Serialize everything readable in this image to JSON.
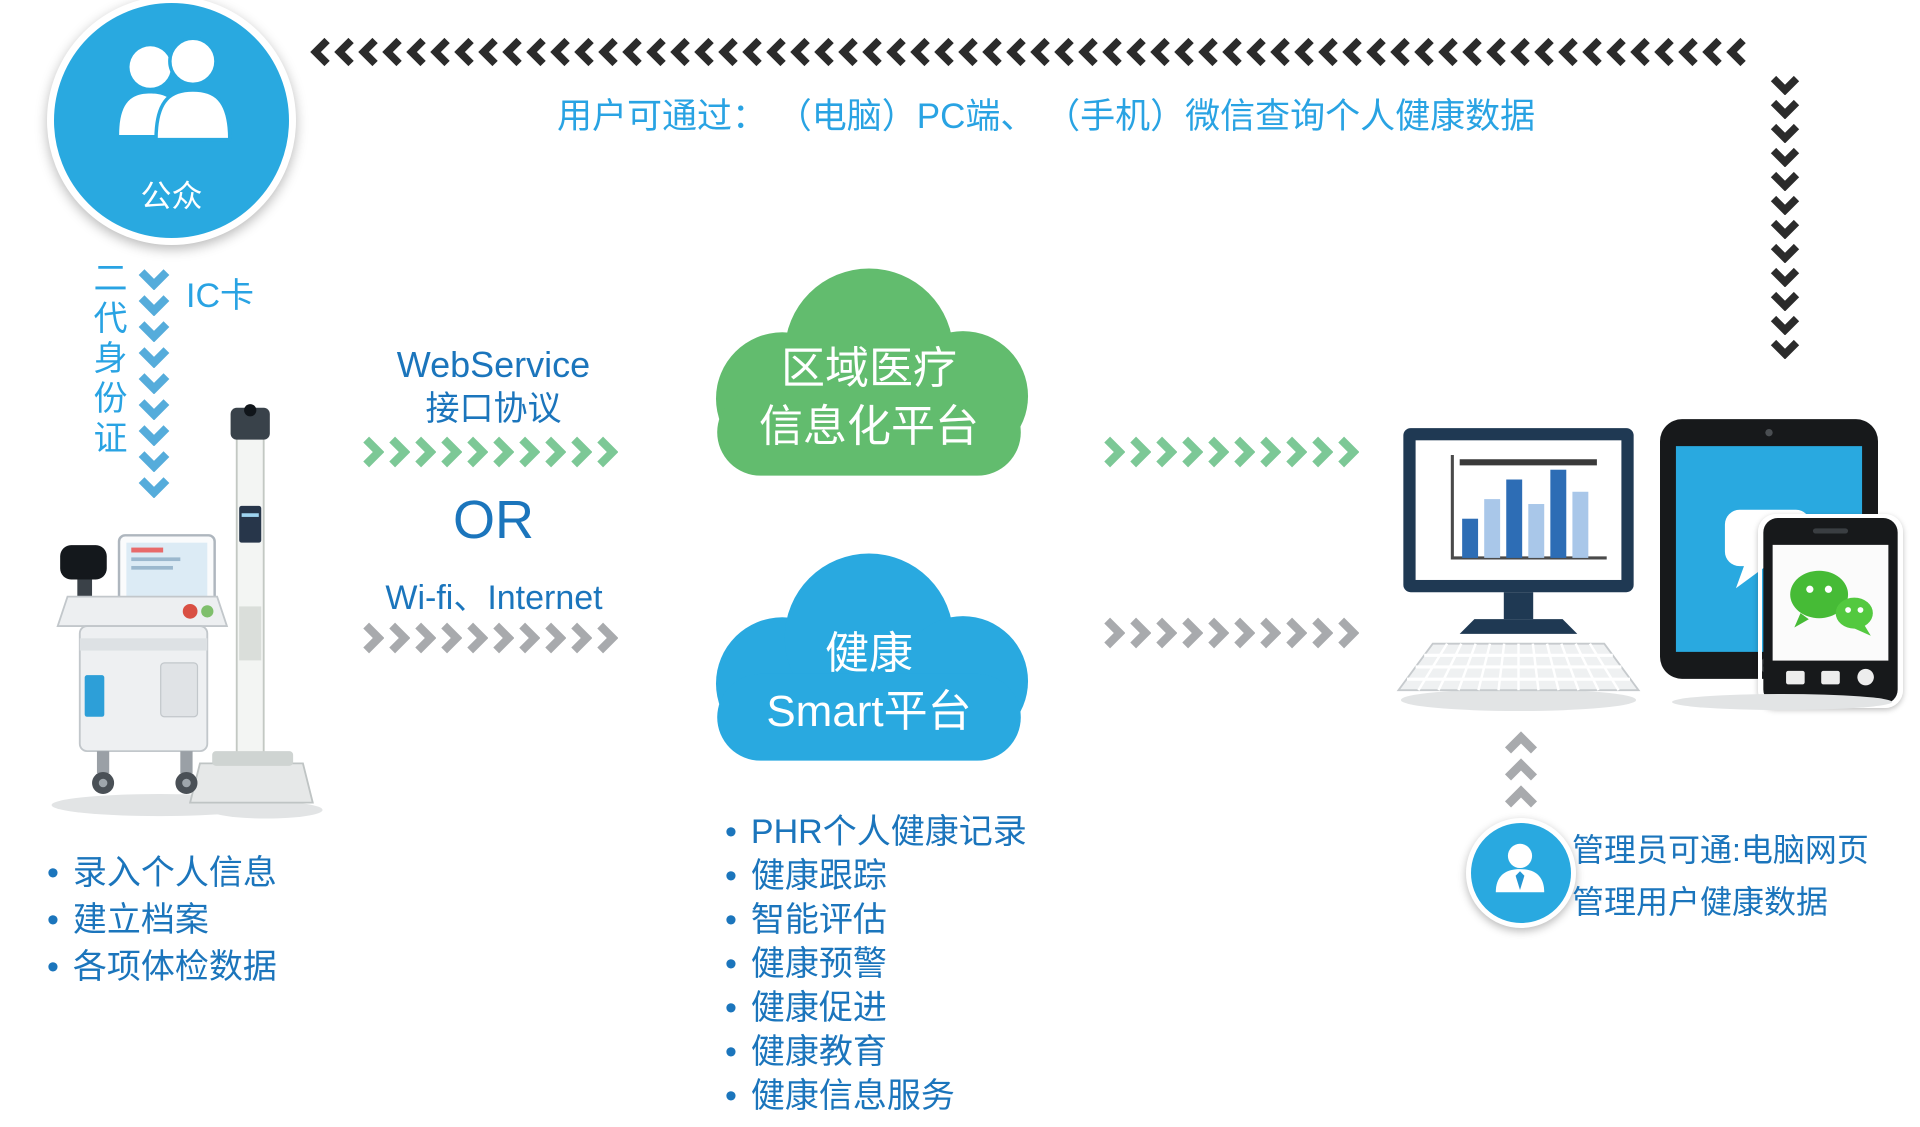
{
  "colors": {
    "accent_blue": "#29A9E0",
    "text_bright_blue": "#29A3E3",
    "text_dark_blue": "#1B75BC",
    "cloud_green": "#62BC6E",
    "cloud_blue": "#29A9E0",
    "chevron_black": "#2B2B2B",
    "chevron_blue": "#55ACDB",
    "chevron_green": "#7CC896",
    "chevron_gray": "#A8AAAD",
    "wechat_green": "#46BB36",
    "monitor_navy": "#1F3953",
    "bar_dark_blue": "#2D6DB5",
    "bar_light_blue": "#A9C7E9"
  },
  "public_node": {
    "label": "公众"
  },
  "top_flow": {
    "caption": "用户可通过： （电脑）PC端、 （手机）微信查询个人健康数据"
  },
  "left_flow": {
    "vertical_label": "二代身份证",
    "ic_card_label": "IC卡"
  },
  "connection": {
    "webservice_line1": "WebService",
    "webservice_line2": "接口协议",
    "or_label": "OR",
    "wifi_label": "Wi-fi、Internet"
  },
  "clouds": {
    "regional": {
      "line1": "区域医疗",
      "line2": "信息化平台"
    },
    "smart": {
      "line1": "健康",
      "line2": "Smart平台"
    }
  },
  "device_list": {
    "items": [
      "录入个人信息",
      "建立档案",
      "各项体检数据"
    ]
  },
  "smart_features": {
    "items": [
      "PHR个人健康记录",
      "健康跟踪",
      "智能评估",
      "健康预警",
      "健康促进",
      "健康教育",
      "健康信息服务"
    ]
  },
  "admin": {
    "line1": "管理员可通:电脑网页",
    "line2": "管理用户健康数据"
  },
  "icons": {
    "public": "two-users-icon",
    "admin": "admin-user-icon",
    "tablet": "chat-bubble-icon",
    "phone": "wechat-icon",
    "monitor": "bar-chart-icon"
  }
}
